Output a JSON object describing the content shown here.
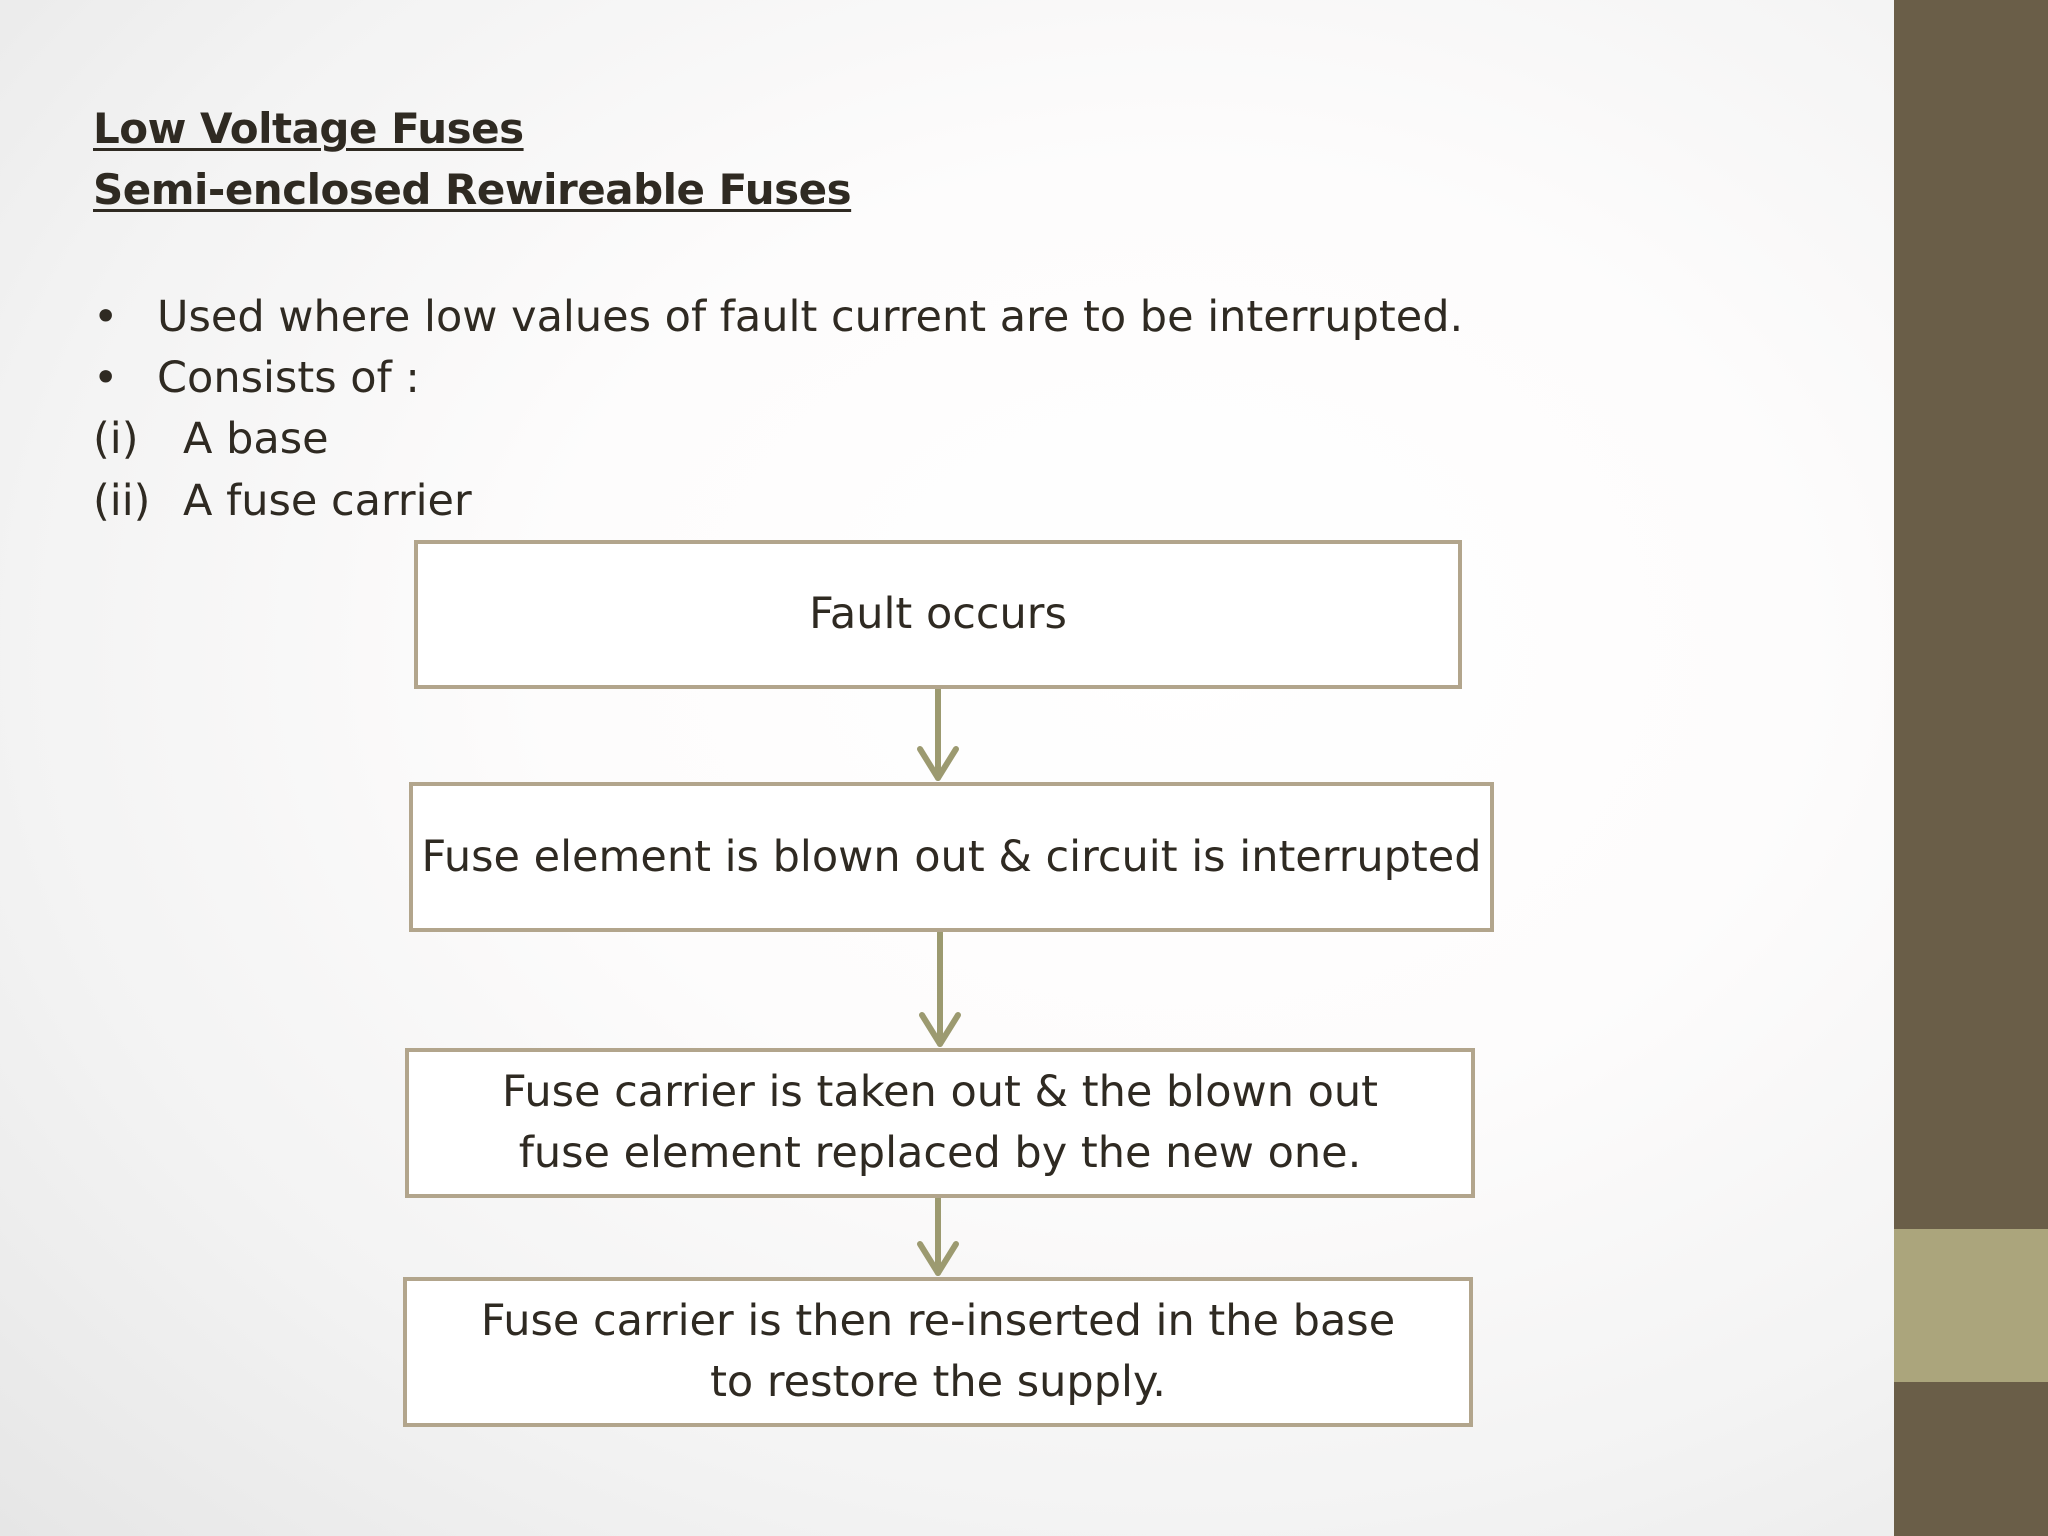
{
  "slide": {
    "title": "Low Voltage Fuses",
    "subtitle": "Semi-enclosed Rewireable Fuses",
    "bullets": [
      {
        "marker": "•",
        "text": "Used where low values of fault current are to be interrupted."
      },
      {
        "marker": "•",
        "text": "Consists of :"
      }
    ],
    "sub_items": [
      {
        "marker": "(i)",
        "text": "A base"
      },
      {
        "marker": "(ii)",
        "text": "A fuse carrier"
      }
    ]
  },
  "flowchart": {
    "steps": [
      "Fault occurs",
      "Fuse element is blown out & circuit is interrupted",
      "Fuse carrier is taken out & the blown out fuse element replaced by the new one.",
      "Fuse carrier is then re-inserted in the base to restore the supply."
    ]
  },
  "colors": {
    "sidebar": "#6a5e48",
    "sidebar_accent": "#aba57c",
    "box_border": "#b2a58c",
    "arrow": "#9c9a70",
    "text": "#2f2a22"
  }
}
